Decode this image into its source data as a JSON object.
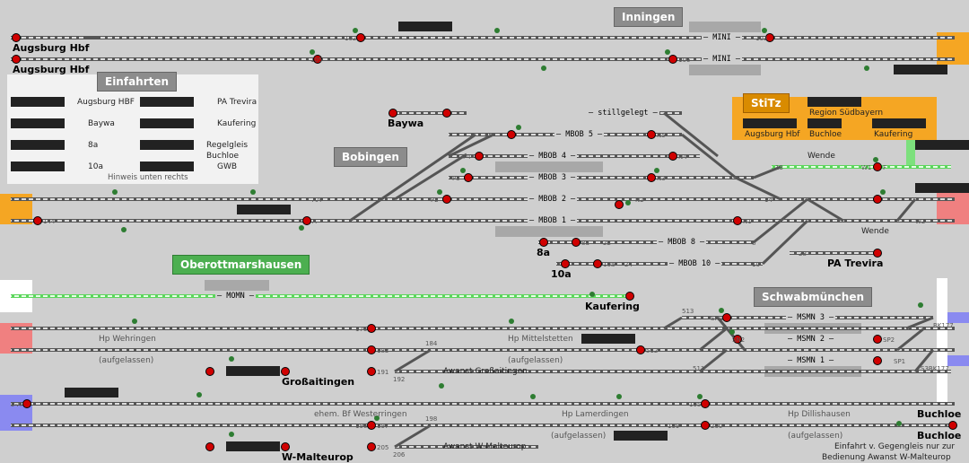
{
  "section_titles": {
    "inningen": "Inningen",
    "einfahrten": "Einfahrten",
    "stitz": "StiTz",
    "bobingen": "Bobingen",
    "oberottmarshausen": "Oberottmarshausen",
    "schwabmuenchen": "Schwabmünchen"
  },
  "station_labels": {
    "augsburg_hbf_1": "Augsburg Hbf",
    "augsburg_hbf_2": "Augsburg Hbf",
    "baywa": "Baywa",
    "kaufering": "Kaufering",
    "label_8a": "8a",
    "label_10a": "10a",
    "pa_trevira": "PA Trevira",
    "grossaitingen": "Großaitingen",
    "w_malteurop": "W-Malteurop",
    "buchloe_1": "Buchloe",
    "buchloe_2": "Buchloe"
  },
  "stitz_panel": {
    "region": "Region Südbayern",
    "augsburg": "Augsburg Hbf",
    "buchloe": "Buchloe",
    "kaufering": "Kaufering"
  },
  "legend": {
    "augsburg": "Augsburg HBF",
    "pa_trevira": "PA Trevira",
    "baywa": "Baywa",
    "kaufering": "Kaufering",
    "label_8a": "8a",
    "regelgleis": "Regelgleis",
    "buchloe": "Buchloe",
    "label_10a": "10a",
    "gwb": "GWB",
    "hinweis": "Hinweis unten rechts"
  },
  "track_labels": {
    "mini_1": "– MINI –",
    "mini_2": "– MINI –",
    "stillgelegt": "– stillgelegt –",
    "mbob5": "– MBOB 5 –",
    "mbob4": "– MBOB 4 –",
    "mbob3": "– MBOB 3 –",
    "mbob2": "– MBOB 2 –",
    "mbob1": "– MBOB 1 –",
    "mbob8": "– MBOB 8 –",
    "mbob10": "– MBOB 10 –",
    "momn": "– MOMN –",
    "msmn3": "– MSMN 3 –",
    "msmn2": "– MSMN 2 –",
    "msmn1": "– MSMN 1 –",
    "wende_1": "Wende",
    "wende_2": "Wende"
  },
  "halt_labels": {
    "hp_wehringen": "Hp Wehringen",
    "aufgelassen_1": "(aufgelassen)",
    "hp_mittelstetten": "Hp Mittelstetten",
    "aufgelassen_2": "(aufgelassen)",
    "awanst_grossaitingen": "Awanst Großaitingen",
    "ehem_westerringen": "ehem. Bf Westerringen",
    "hp_lamerdingen": "Hp Lamerdingen",
    "aufgelassen_3": "(aufgelassen)",
    "hp_dillishausen": "Hp Dillishausen",
    "aufgelassen_4": "(aufgelassen)",
    "awanst_w_malteurop": "Awanst W-Malteurop",
    "einfahrt_note_1": "Einfahrt v. Gegengleis nur zur",
    "einfahrt_note_2": "Bedienung Awanst W-Malteurop"
  },
  "signal_ids": {
    "s102": "102",
    "s103": "103",
    "s105": "105",
    "s106": "106",
    "s144": "144",
    "sA": "A",
    "sAA": "AA",
    "sP5": "P5",
    "sP4": "P4",
    "sP3": "P3",
    "sP2": "P2",
    "sN5": "N5",
    "sN4": "N4",
    "sN3": "N3",
    "sN2": "N2",
    "sN1": "N1",
    "s8a": "8a",
    "s10a": "10a",
    "s22": "22",
    "s24": "24",
    "s8": "8",
    "s10": "10",
    "s28": "28",
    "s13": "13",
    "s14": "14",
    "sW1": "W1",
    "sW2": "W2",
    "sF": "F",
    "s176": "176",
    "s183": "183",
    "s184": "184",
    "s191": "191",
    "s192": "192",
    "s196": "196",
    "s197": "197",
    "s198": "198",
    "s205": "205",
    "s206": "206",
    "s195": "195",
    "s199": "199",
    "s200": "200",
    "sSN1": "SN1",
    "sSN2": "SN2",
    "sSP2": "SP2",
    "sSP1": "SP1",
    "s513": "513",
    "s512": "512",
    "s511": "511",
    "s5A": "5-A",
    "sBK": "BK177",
    "sBK2": "S3BK177"
  },
  "colors": {
    "background": "#cfcfcf",
    "track_green": "#7de07d",
    "zone_amber": "#f5a623",
    "zone_red": "#f08080",
    "zone_blue": "#8a8af0",
    "signal_red": "#d00000",
    "signal_green": "#2e7d32"
  }
}
